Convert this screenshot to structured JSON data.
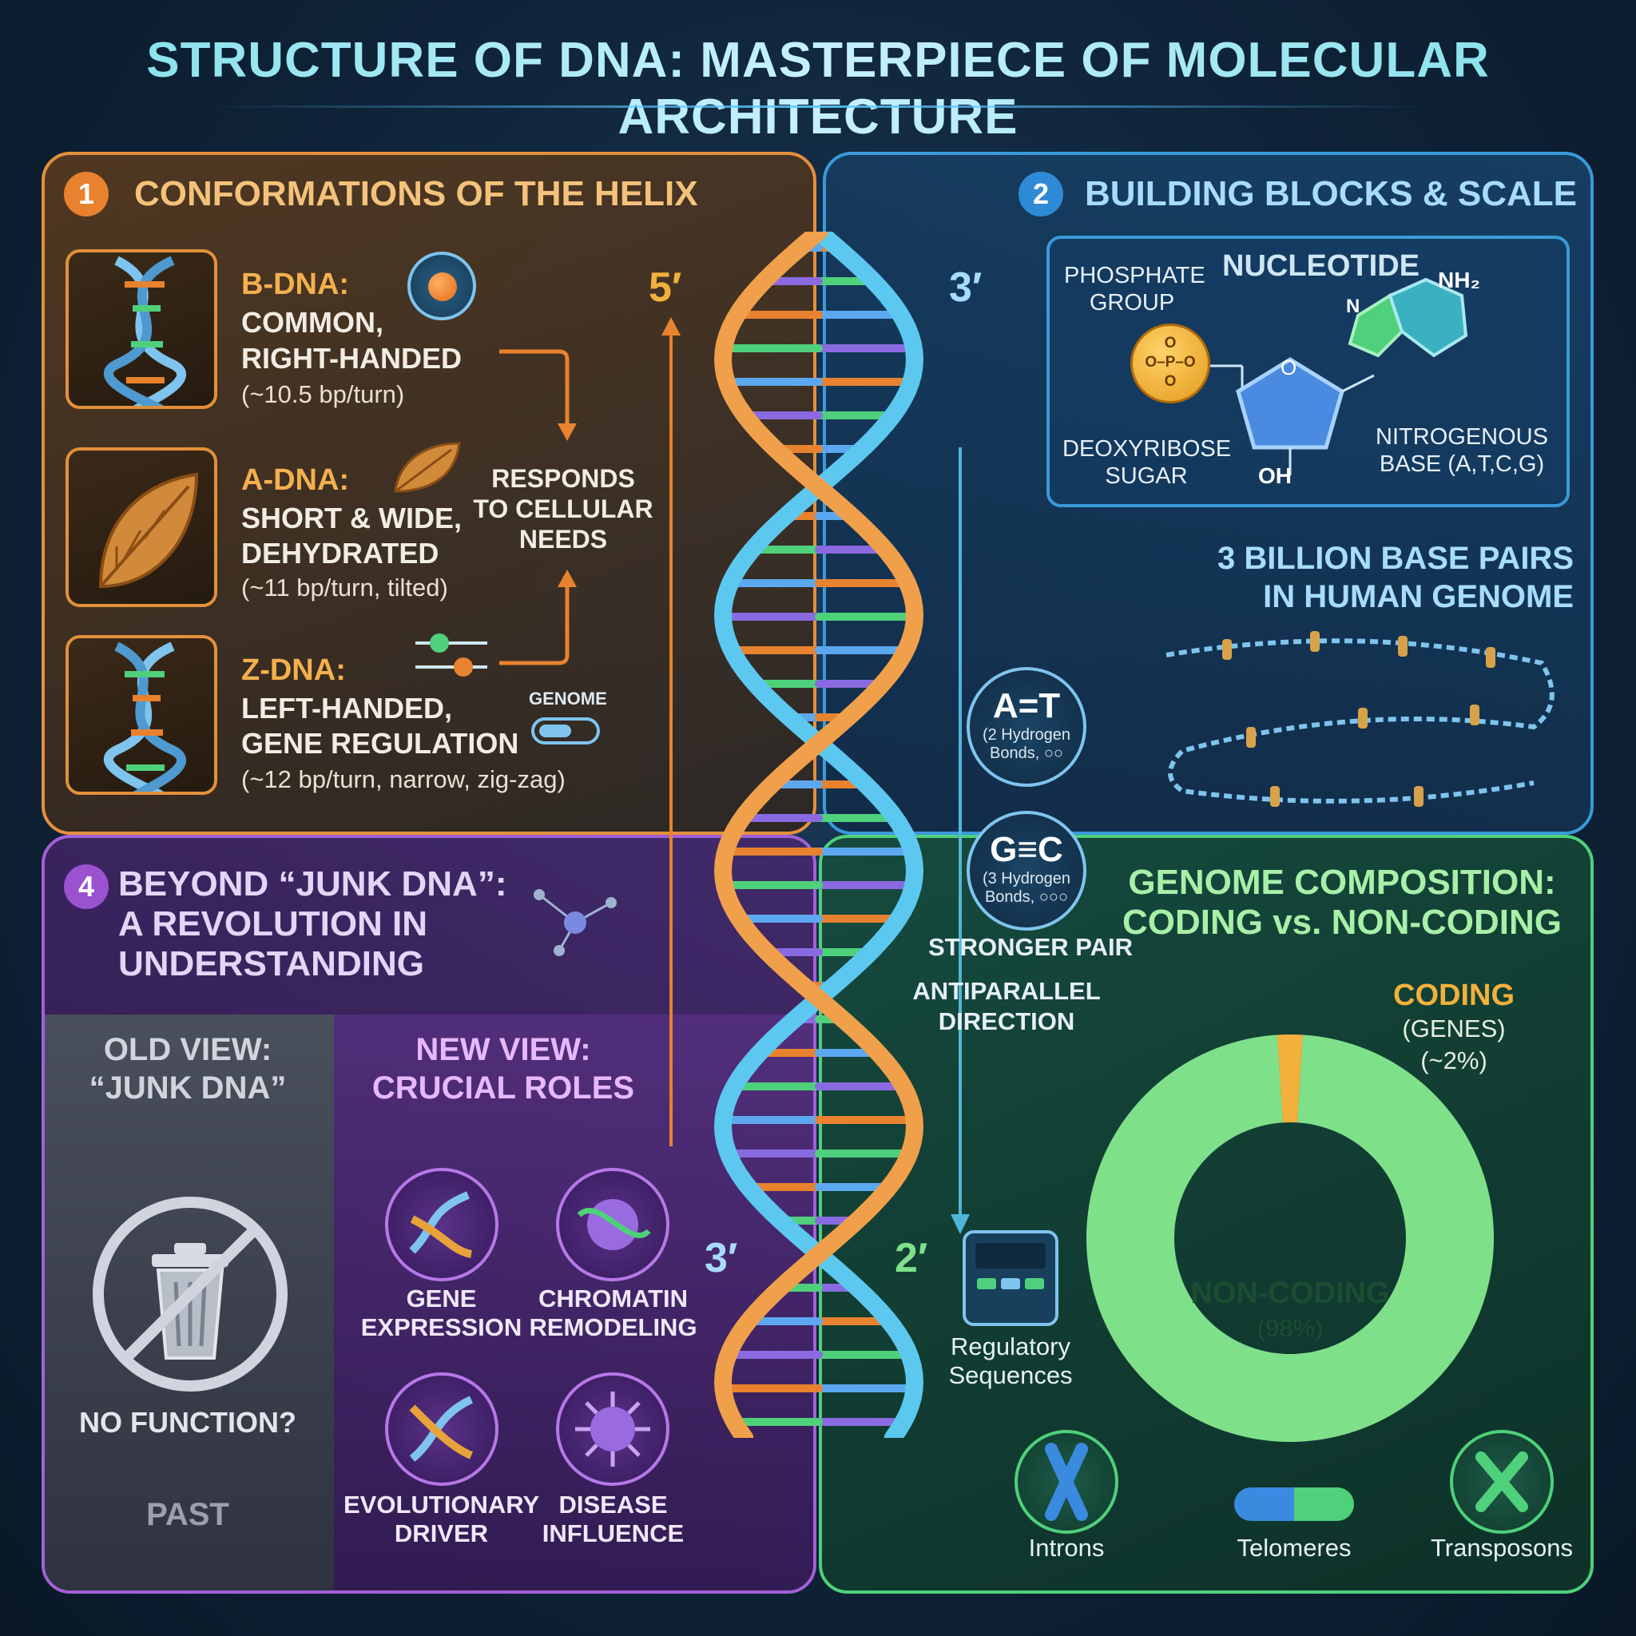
{
  "title": "STRUCTURE OF DNA: MASTERPIECE OF MOLECULAR ARCHITECTURE",
  "panel1": {
    "number": "1",
    "title": "CONFORMATIONS OF THE HELIX",
    "b_dna": {
      "name": "B-DNA:",
      "line1": "COMMON,",
      "line2": "RIGHT-HANDED",
      "detail": "(~10.5 bp/turn)"
    },
    "a_dna": {
      "name": "A-DNA:",
      "line1": "SHORT & WIDE,",
      "line2": "DEHYDRATED",
      "detail": "(~11 bp/turn, tilted)"
    },
    "z_dna": {
      "name": "Z-DNA:",
      "line1": "LEFT-HANDED,",
      "line2": "GENE REGULATION",
      "detail": "(~12 bp/turn, narrow, zig-zag)"
    },
    "responds": [
      "RESPONDS",
      "TO CELLULAR",
      "NEEDS"
    ],
    "genome_label": "GENOME"
  },
  "helix": {
    "label_5prime": "5′",
    "label_3prime_top": "3′",
    "label_3prime_bottom": "3′",
    "label_2prime": "2′"
  },
  "panel2": {
    "number": "2",
    "title": "BUILDING BLOCKS & SCALE",
    "nucleotide_title": "NUCLEOTIDE",
    "phosphate": [
      "PHOSPHATE",
      "GROUP"
    ],
    "sugar": [
      "DEOXYRIBOSE",
      "SUGAR"
    ],
    "base": [
      "NITROGENOUS",
      "BASE (A,T,C,G)"
    ],
    "oh": "OH",
    "nh2": "NH₂",
    "atom_o": "O",
    "atom_n": "N",
    "phosphate_formula": [
      "O",
      "O–P–O",
      "O"
    ],
    "scale": [
      "3 BILLION BASE PAIRS",
      "IN HUMAN GENOME"
    ]
  },
  "pairs": {
    "at": {
      "label": "A=T",
      "sub1": "(2 Hydrogen",
      "sub2": "Bonds, ○○"
    },
    "gc": {
      "label": "G≡C",
      "sub1": "(3 Hydrogen",
      "sub2": "Bonds, ○○○"
    },
    "stronger": "STRONGER PAIR",
    "antiparallel": [
      "ANTIPARALLEL",
      "DIRECTION"
    ]
  },
  "panel3": {
    "title": [
      "GENOME COMPOSITION:",
      "CODING vs. NON-CODING"
    ],
    "coding": {
      "label": "CODING",
      "sub": "(GENES)",
      "pct": "(~2%)"
    },
    "noncoding": {
      "label": "NON-CODING",
      "pct": "(98%)"
    },
    "regulatory": [
      "Regulatory",
      "Sequences"
    ],
    "introns": "Introns",
    "telomeres": "Telomeres",
    "transposons": "Transposons"
  },
  "panel4": {
    "number": "4",
    "title": [
      "BEYOND “JUNK DNA”:",
      "A REVOLUTION IN",
      "UNDERSTANDING"
    ],
    "old_view": [
      "OLD VIEW:",
      "“JUNK DNA”"
    ],
    "new_view": [
      "NEW VIEW:",
      "CRUCIAL ROLES"
    ],
    "no_function": "NO FUNCTION?",
    "past": "PAST",
    "roles": [
      [
        "GENE",
        "EXPRESSION"
      ],
      [
        "CHROMATIN",
        "REMODELING"
      ],
      [
        "EVOLUTIONARY",
        "DRIVER"
      ],
      [
        "DISEASE",
        "INFLUENCE"
      ]
    ]
  },
  "chart_data": {
    "type": "pie",
    "title": "GENOME COMPOSITION: CODING vs. NON-CODING",
    "categories": [
      "CODING (GENES)",
      "NON-CODING"
    ],
    "values": [
      2,
      98
    ]
  }
}
